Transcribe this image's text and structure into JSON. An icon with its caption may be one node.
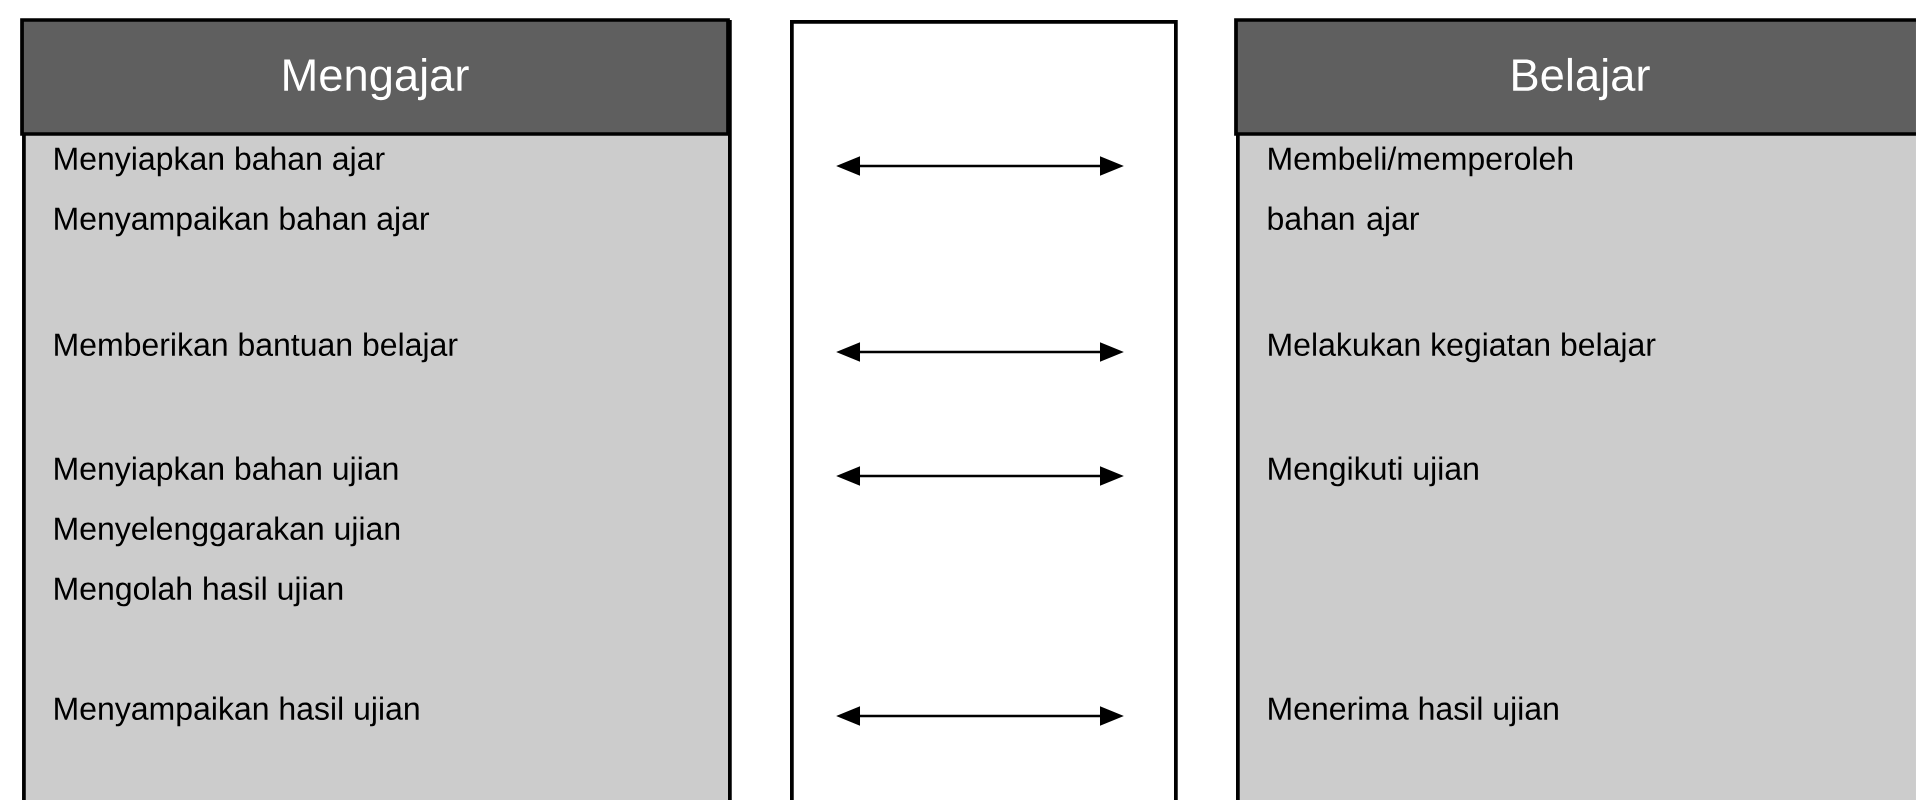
{
  "diagram": {
    "nodes": [
      {
        "text": [
          "Mengajar",
          "Menyiapkan bahan ajar",
          "Menyampaikan bahan ajar",
          "Memberikan bantuan belajar",
          "Menyiapkan bahan ujian",
          "Menyelenggarakan ujian",
          "Mengolah hasil ujian",
          "Menyampaikan hasil ujian"
        ]
      },
      {
        "text": [],
        "shape": "box"
      },
      {
        "text": [
          "Belajar",
          "Membeli/memperoleh bahan ajar",
          "Melakukan kegiatan belajar",
          "Mengikuti ujian",
          "Menerima hasil ujian"
        ]
      }
    ]
  }
}
